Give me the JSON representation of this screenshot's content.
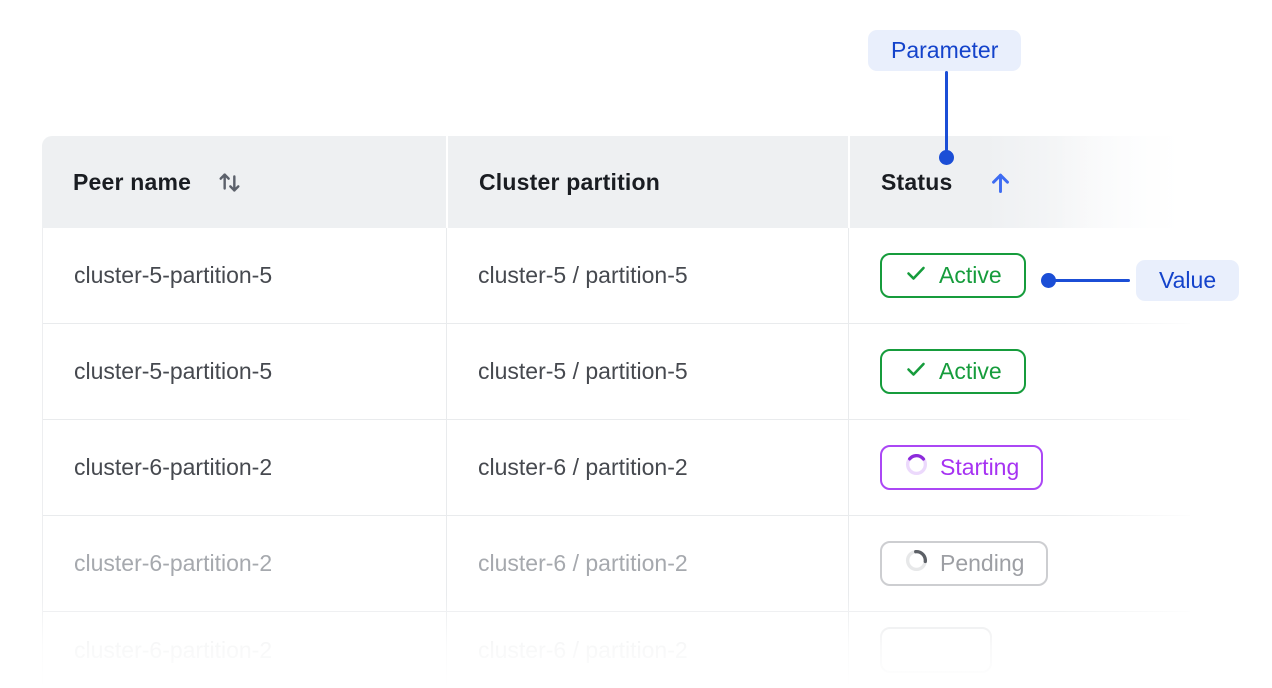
{
  "annotations": {
    "parameter_label": "Parameter",
    "value_label": "Value"
  },
  "colors": {
    "accent_blue": "#1b4ed6",
    "annotation_bg": "#e9effc",
    "annotation_text": "#1443cb",
    "header_bg": "#eef0f2",
    "active_green": "#169c3c",
    "starting_purple": "#a632f2",
    "pending_gray": "#9d9fa4"
  },
  "table": {
    "columns": [
      {
        "label": "Peer name",
        "sortable": true,
        "sort_state": "none",
        "icon": "sort-both-icon"
      },
      {
        "label": "Cluster partition",
        "sortable": false,
        "sort_state": "none",
        "icon": null
      },
      {
        "label": "Status",
        "sortable": true,
        "sort_state": "ascending",
        "icon": "sort-ascending-icon"
      }
    ],
    "rows": [
      {
        "peer": "cluster-5-partition-5",
        "partition": "cluster-5 / partition-5",
        "status": {
          "label": "Active",
          "state": "active",
          "icon": "check-icon"
        }
      },
      {
        "peer": "cluster-5-partition-5",
        "partition": "cluster-5 / partition-5",
        "status": {
          "label": "Active",
          "state": "active",
          "icon": "check-icon"
        }
      },
      {
        "peer": "cluster-6-partition-2",
        "partition": "cluster-6 / partition-2",
        "status": {
          "label": "Starting",
          "state": "starting",
          "icon": "spinner-icon"
        }
      },
      {
        "peer": "cluster-6-partition-2",
        "partition": "cluster-6 / partition-2",
        "faded": true,
        "status": {
          "label": "Pending",
          "state": "pending",
          "icon": "spinner-icon"
        }
      }
    ]
  }
}
